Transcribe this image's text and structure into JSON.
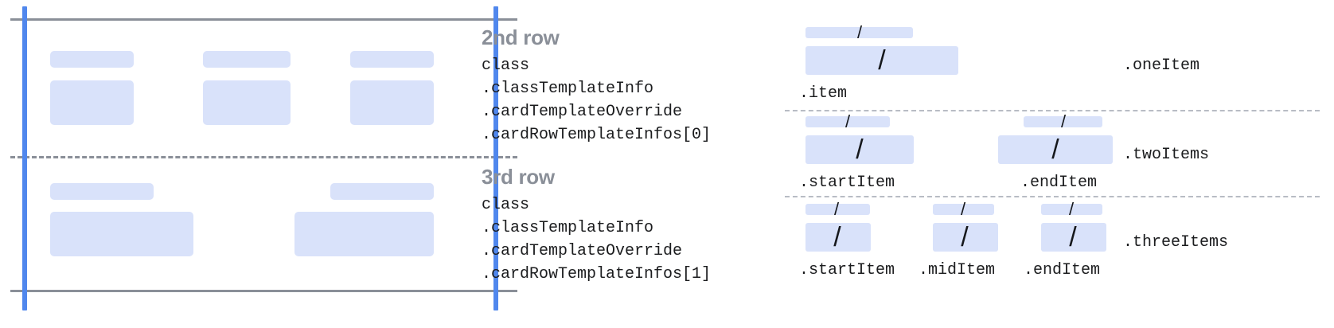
{
  "left_diagram": {
    "name": "card-row-template-diagram",
    "rows": [
      {
        "name": "second-row",
        "cells": [
          {
            "label_bar": true,
            "content_bar": true
          },
          {
            "label_bar": true,
            "content_bar": true
          },
          {
            "label_bar": true,
            "content_bar": true
          }
        ]
      },
      {
        "name": "third-row",
        "cells": [
          {
            "label_bar": true,
            "content_bar": true
          },
          {
            "label_bar": true,
            "content_bar": true
          }
        ]
      }
    ],
    "colors": {
      "block_fill": "#d9e2fa",
      "guide_blue": "#5087ed",
      "rule_gray": "#8a8f98",
      "dash_gray": "#b8bcc4"
    }
  },
  "annotations": [
    {
      "title": "2nd row",
      "code_lines": [
        "class",
        ".classTemplateInfo",
        ".cardTemplateOverride",
        ".cardRowTemplateInfos[0]"
      ]
    },
    {
      "title": "3rd row",
      "code_lines": [
        "class",
        ".classTemplateInfo",
        ".cardTemplateOverride",
        ".cardRowTemplateInfos[1]"
      ]
    }
  ],
  "right_diagram": {
    "name": "row-layout-variants",
    "slash_glyph": "/",
    "variants": [
      {
        "name": "one-item",
        "tag": ".oneItem",
        "items": [
          {
            "label": ".item"
          }
        ]
      },
      {
        "name": "two-items",
        "tag": ".twoItems",
        "items": [
          {
            "label": ".startItem"
          },
          {
            "label": ".endItem"
          }
        ]
      },
      {
        "name": "three-items",
        "tag": ".threeItems",
        "items": [
          {
            "label": ".startItem"
          },
          {
            "label": ".midItem"
          },
          {
            "label": ".endItem"
          }
        ]
      }
    ]
  }
}
